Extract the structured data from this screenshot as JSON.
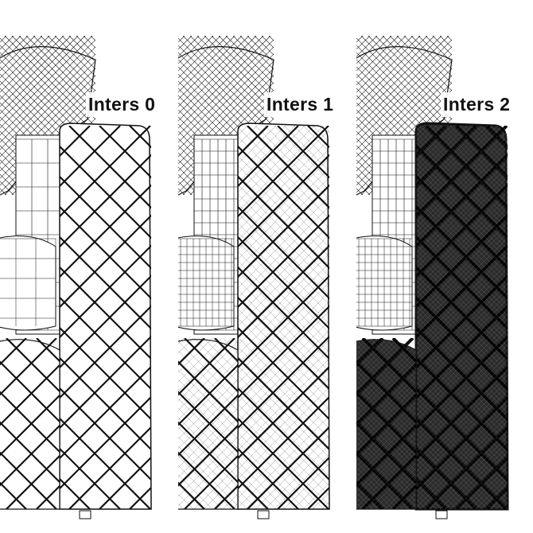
{
  "panels": [
    {
      "label": "Inters 0",
      "subdivision": 0
    },
    {
      "label": "Inters 1",
      "subdivision": 1
    },
    {
      "label": "Inters 2",
      "subdivision": 2
    }
  ],
  "colors": {
    "background": "#ffffff",
    "wire": "#111111",
    "fill": "#ffffff",
    "dense_fill": "#2a2a2a"
  }
}
